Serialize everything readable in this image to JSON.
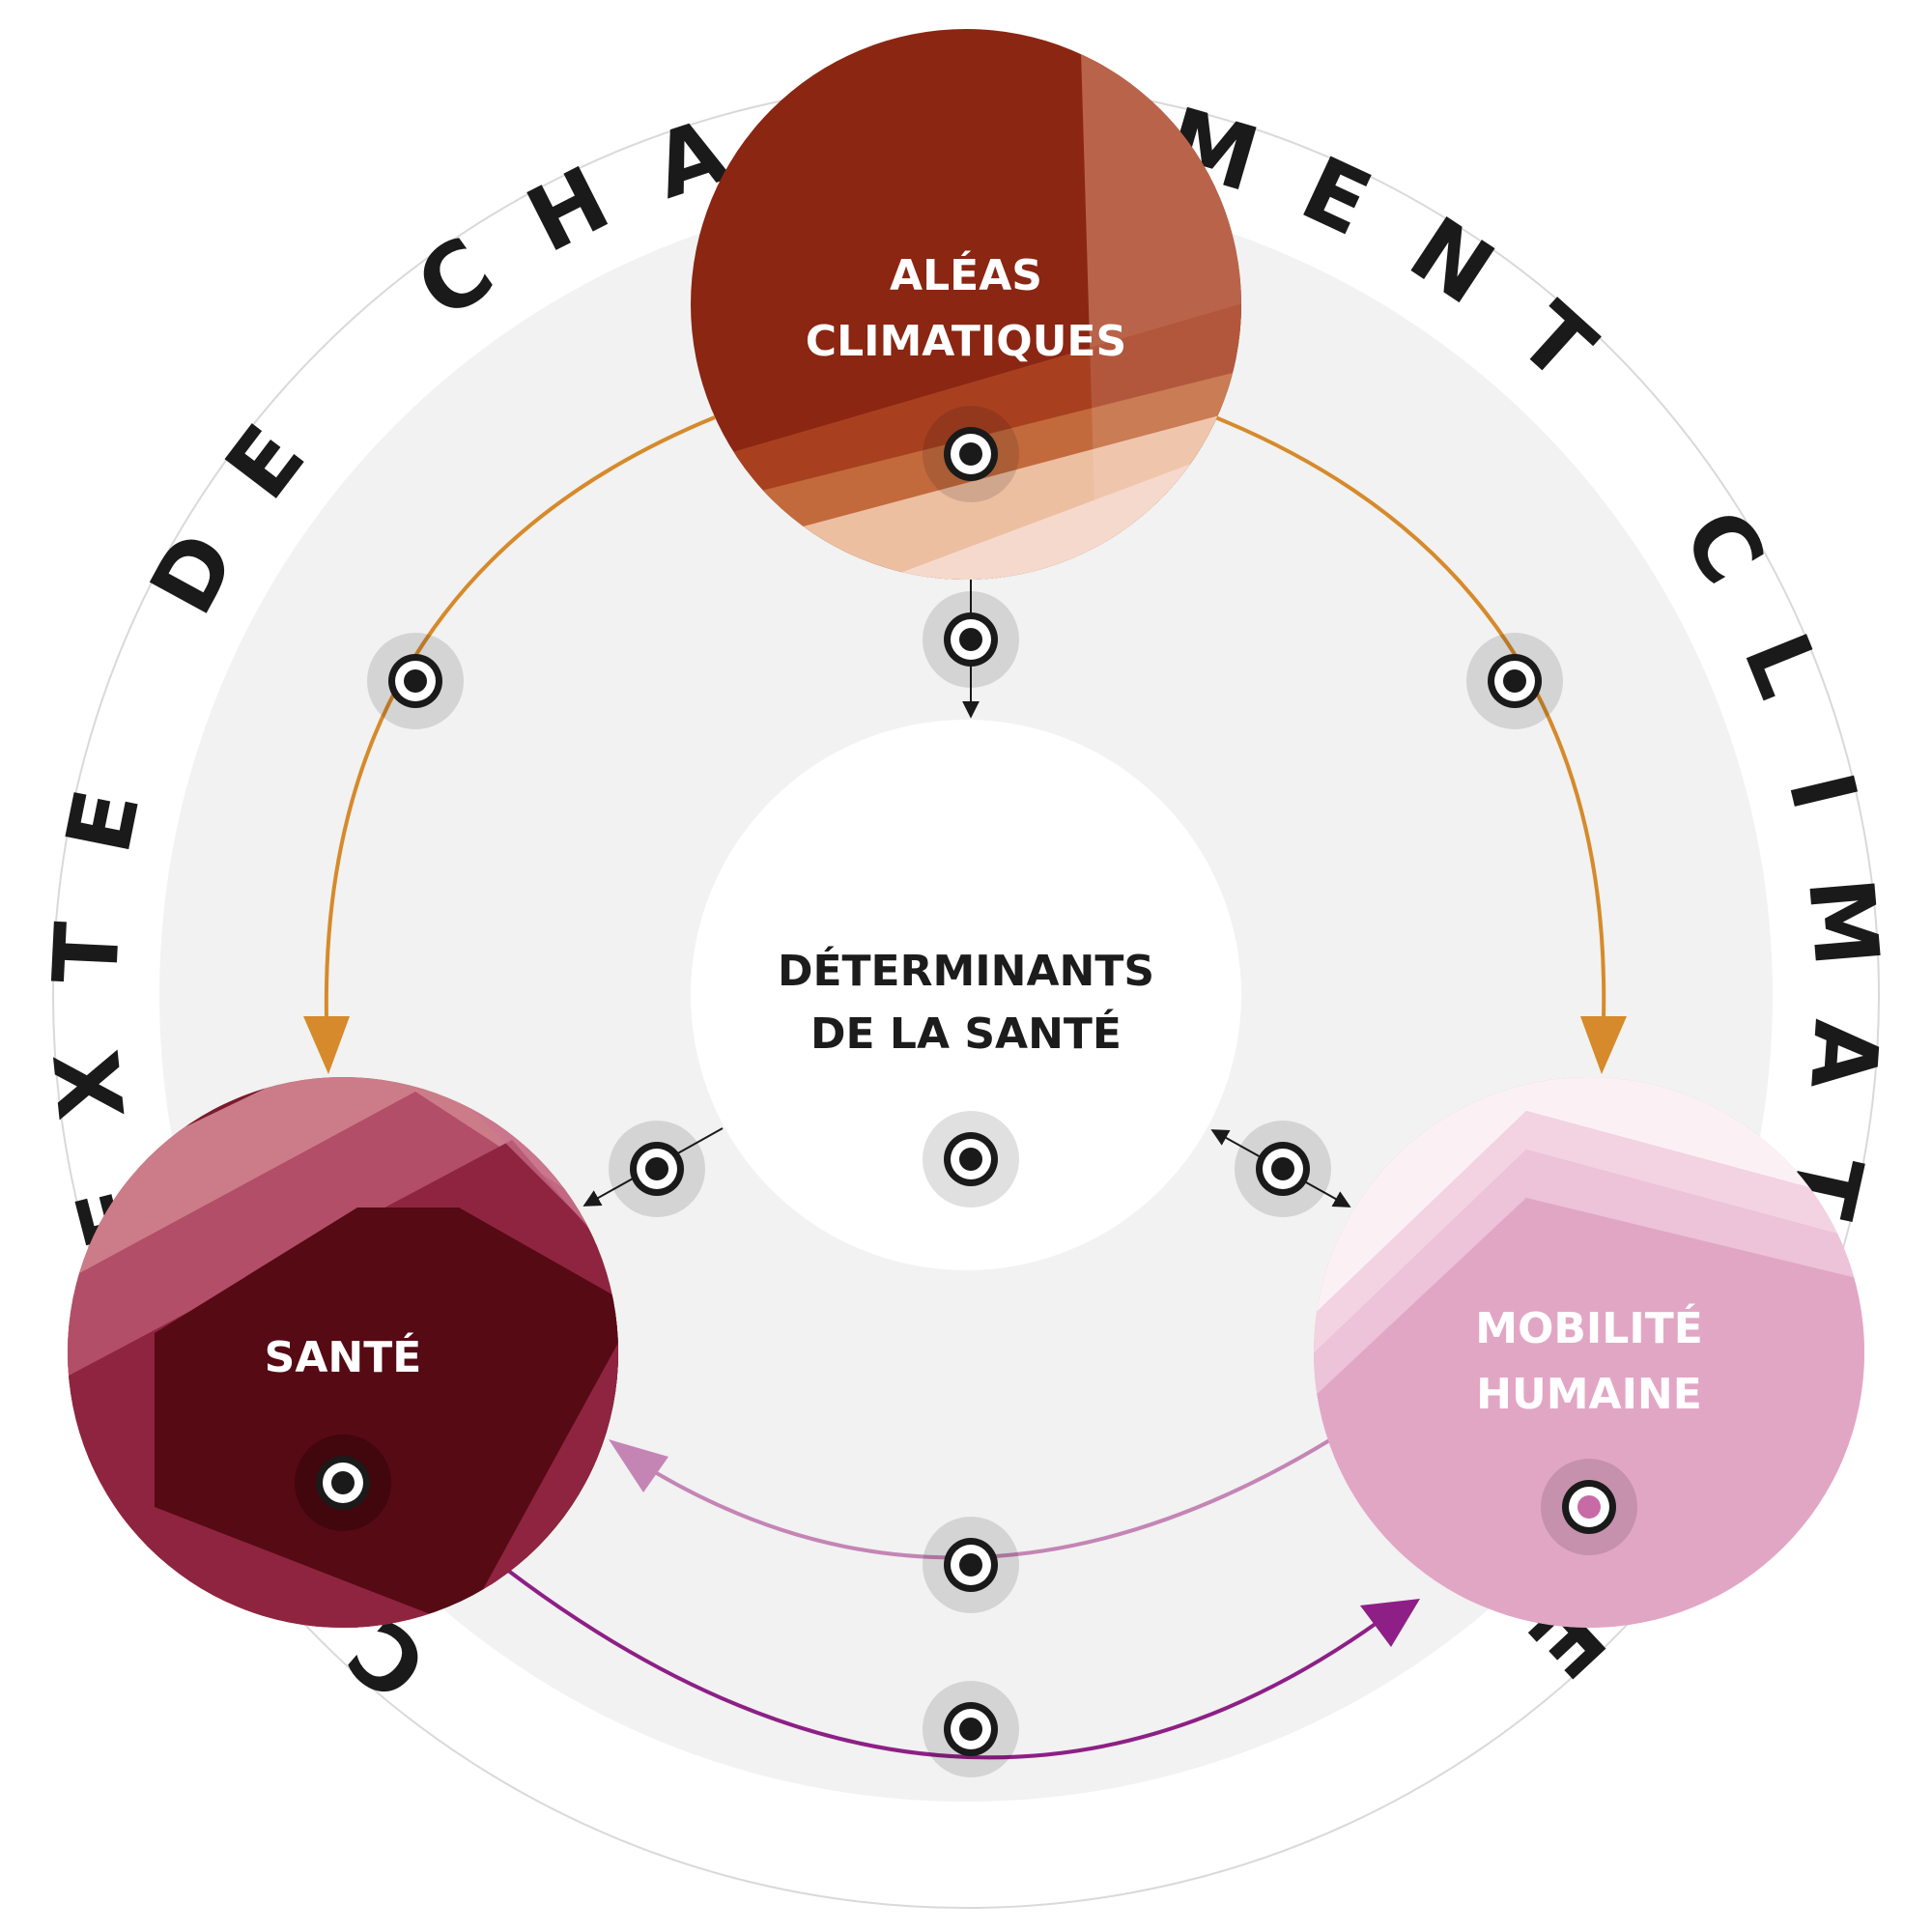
{
  "outer_ring_text": "CONTEXTE DE CHANGEMENT CLIMATIQUE",
  "nodes": {
    "aleas": {
      "line1": "ALÉAS",
      "line2": "CLIMATIQUES"
    },
    "determinants": {
      "line1": "DÉTERMINANTS",
      "line2": "DE LA SANTÉ"
    },
    "sante": {
      "line1": "SANTÉ"
    },
    "mobilite": {
      "line1": "MOBILITÉ",
      "line2": "HUMAINE"
    }
  },
  "colors": {
    "background_disc": "#f1f2f1",
    "aleas_arrow": "#d68a2b",
    "mobilite_to_sante_arrow": "#c485b5",
    "sante_to_mobilite_arrow": "#8e1f86",
    "aleas_base": "#8a2612",
    "sante_base": "#560a14",
    "mobilite_base": "#e2a6c5"
  }
}
